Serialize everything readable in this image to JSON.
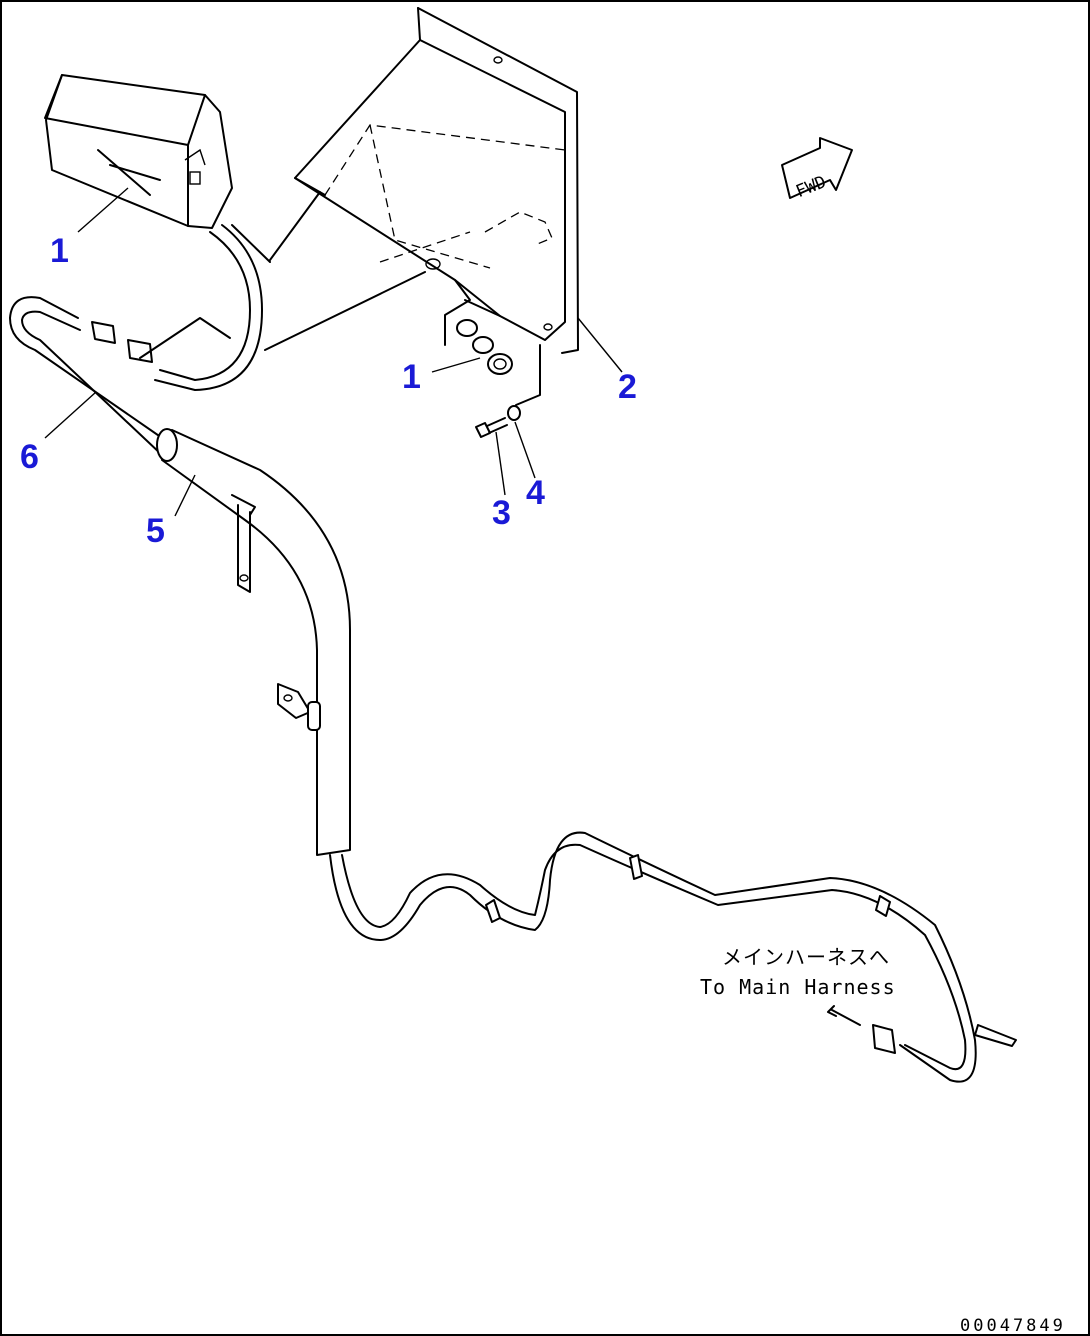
{
  "callouts": {
    "lamp": "1",
    "lamp_hardware": "1",
    "bracket": "2",
    "bolt": "3",
    "washer": "4",
    "tube": "5",
    "harness": "6"
  },
  "direction_arrow": {
    "label": "FWD"
  },
  "destination_note": {
    "japanese": "メインハーネスへ",
    "english": "To Main Harness"
  },
  "drawing_number": "00047849"
}
